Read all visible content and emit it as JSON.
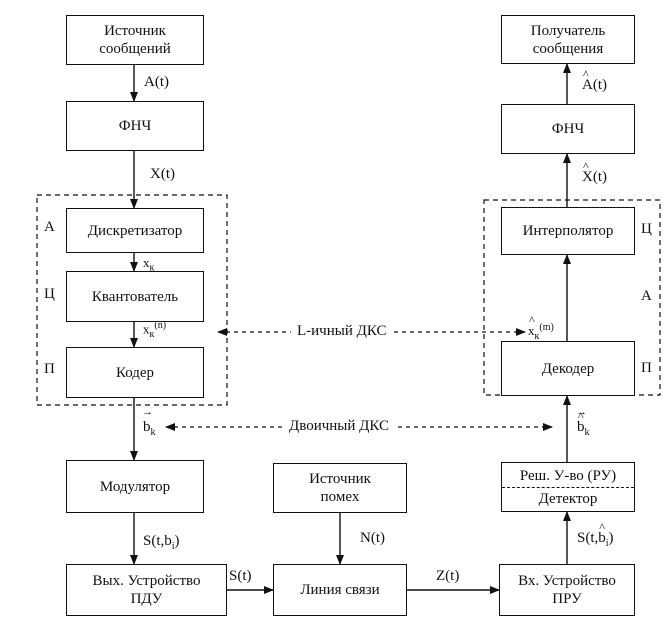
{
  "blocks": {
    "message_source": [
      "Источник",
      "сообщений"
    ],
    "lpf_left": "ФНЧ",
    "sampler": "Дискретизатор",
    "quantizer": "Квантователь",
    "coder": "Кодер",
    "modulator": "Модулятор",
    "tx_output_device": [
      "Вых. Устройство",
      "ПДУ"
    ],
    "noise_source": [
      "Источник",
      "помех"
    ],
    "comm_line": "Линия связи",
    "rx_input_device": [
      "Вх. Устройство",
      "ПРУ"
    ],
    "decision_device": "Реш. У-во (РУ)",
    "detector": "Детектор",
    "decoder": "Декодер",
    "interpolator": "Интерполятор",
    "lpf_right": "ФНЧ",
    "message_receiver": [
      "Получатель",
      "сообщения"
    ]
  },
  "adc_labels": {
    "a": "А",
    "c": "Ц",
    "p": "П"
  },
  "dac_labels": {
    "c": "Ц",
    "a": "А",
    "p": "П"
  },
  "signals": {
    "a_t": "A(t)",
    "x_t": "X(t)",
    "x_k_base": "x",
    "x_k_sub": "к",
    "x_k_n_sup": "(n)",
    "b_k_base": "b",
    "b_k_sub": "k",
    "s_t_bi": "S(t,b",
    "s_t_bi_sub": "i",
    "n_t": "N(t)",
    "s_t": "S(t)",
    "z_t": "Z(t)",
    "rx_s_t_bi": "S(t,",
    "rx_b": "b",
    "rx_bi_sub": "i",
    "x_k_m_sup": "(m)",
    "x_hat_t": "X(t)",
    "a_hat_t": "A(t)"
  },
  "channels": {
    "l_ary": "L-ичный ДКС",
    "binary": "Двоичный ДКС"
  }
}
